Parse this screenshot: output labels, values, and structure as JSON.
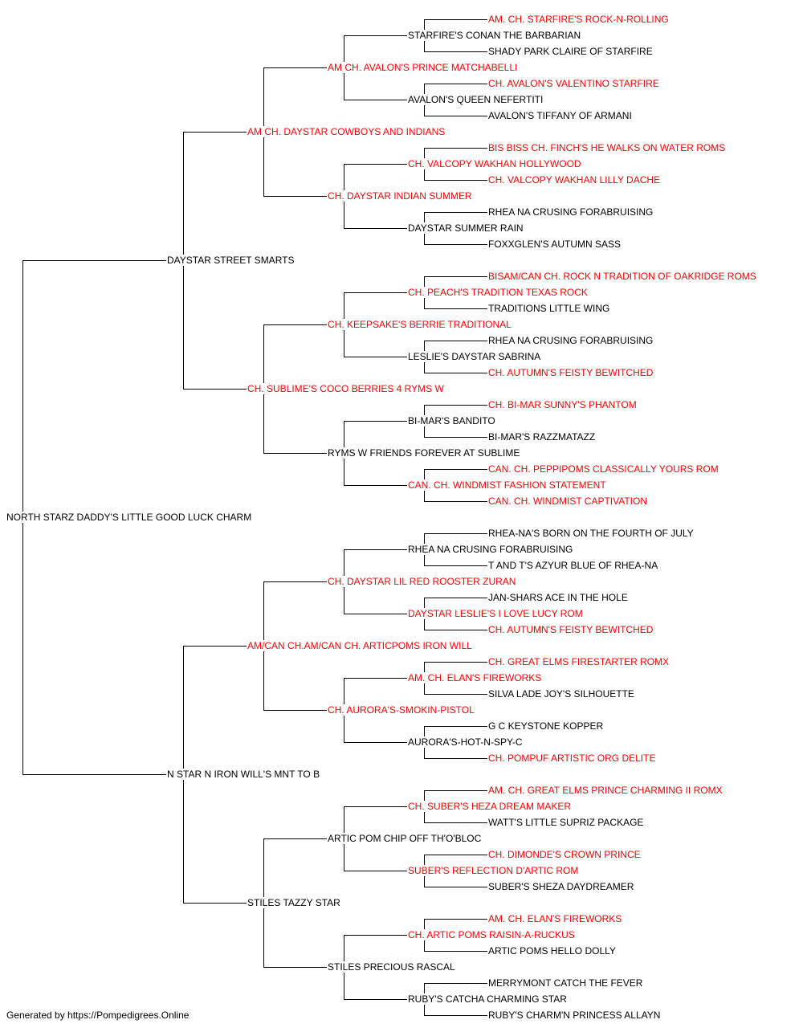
{
  "colors": {
    "champion": "#ff0000",
    "regular": "#000000",
    "line": "#000000"
  },
  "footer": "Generated by https://Pompedigrees.Online",
  "pedigree": {
    "name": "NORTH STARZ DADDY'S LITTLE GOOD LUCK CHARM",
    "champion": false,
    "sire": {
      "name": "DAYSTAR STREET SMARTS",
      "champion": false,
      "sire": {
        "name": "AM CH. DAYSTAR COWBOYS AND INDIANS",
        "champion": true,
        "sire": {
          "name": "AM CH. AVALON'S PRINCE MATCHABELLI",
          "champion": true,
          "sire": {
            "name": "STARFIRE'S CONAN THE BARBARIAN",
            "champion": false,
            "sire": {
              "name": "AM. CH. STARFIRE'S ROCK-N-ROLLING",
              "champion": true
            },
            "dam": {
              "name": "SHADY PARK CLAIRE OF STARFIRE",
              "champion": false
            }
          },
          "dam": {
            "name": "AVALON'S QUEEN NEFERTITI",
            "champion": false,
            "sire": {
              "name": "CH. AVALON'S VALENTINO STARFIRE",
              "champion": true
            },
            "dam": {
              "name": "AVALON'S TIFFANY OF ARMANI",
              "champion": false
            }
          }
        },
        "dam": {
          "name": "CH. DAYSTAR INDIAN SUMMER",
          "champion": true,
          "sire": {
            "name": "CH. VALCOPY WAKHAN HOLLYWOOD",
            "champion": true,
            "sire": {
              "name": "BIS BISS CH. FINCH'S HE WALKS ON WATER ROMS",
              "champion": true
            },
            "dam": {
              "name": "CH. VALCOPY WAKHAN LILLY DACHE",
              "champion": true
            }
          },
          "dam": {
            "name": "DAYSTAR SUMMER RAIN",
            "champion": false,
            "sire": {
              "name": "RHEA NA CRUSING FORABRUISING",
              "champion": false
            },
            "dam": {
              "name": "FOXXGLEN'S AUTUMN SASS",
              "champion": false
            }
          }
        }
      },
      "dam": {
        "name": "CH. SUBLIME'S COCO BERRIES 4 RYMS W",
        "champion": true,
        "sire": {
          "name": "CH. KEEPSAKE'S BERRIE TRADITIONAL",
          "champion": true,
          "sire": {
            "name": "CH. PEACH'S TRADITION TEXAS ROCK",
            "champion": true,
            "sire": {
              "name": "BISAM/CAN CH. ROCK N TRADITION OF OAKRIDGE ROMS",
              "champion": true
            },
            "dam": {
              "name": "TRADITIONS LITTLE WING",
              "champion": false
            }
          },
          "dam": {
            "name": "LESLIE'S DAYSTAR SABRINA",
            "champion": false,
            "sire": {
              "name": "RHEA NA CRUSING FORABRUISING",
              "champion": false
            },
            "dam": {
              "name": "CH. AUTUMN'S FEISTY BEWITCHED",
              "champion": true
            }
          }
        },
        "dam": {
          "name": "RYMS W FRIENDS FOREVER AT SUBLIME",
          "champion": false,
          "sire": {
            "name": "BI-MAR'S BANDITO",
            "champion": false,
            "sire": {
              "name": "CH. BI-MAR SUNNY'S PHANTOM",
              "champion": true
            },
            "dam": {
              "name": "BI-MAR'S RAZZMATAZZ",
              "champion": false
            }
          },
          "dam": {
            "name": "CAN. CH. WINDMIST FASHION STATEMENT",
            "champion": true,
            "sire": {
              "name": "CAN. CH. PEPPIPOMS CLASSICALLY YOURS ROM",
              "champion": true
            },
            "dam": {
              "name": "CAN. CH. WINDMIST CAPTIVATION",
              "champion": true
            }
          }
        }
      }
    },
    "dam": {
      "name": "N STAR N IRON WILL'S MNT TO B",
      "champion": false,
      "sire": {
        "name": "AM/CAN CH.AM/CAN CH. ARTICPOMS IRON WILL",
        "champion": true,
        "sire": {
          "name": "CH. DAYSTAR LIL RED ROOSTER ZURAN",
          "champion": true,
          "sire": {
            "name": "RHEA NA CRUSING FORABRUISING",
            "champion": false,
            "sire": {
              "name": "RHEA-NA'S BORN ON THE FOURTH OF JULY",
              "champion": false
            },
            "dam": {
              "name": "T AND T'S AZYUR BLUE OF RHEA-NA",
              "champion": false
            }
          },
          "dam": {
            "name": "DAYSTAR LESLIE'S I LOVE LUCY ROM",
            "champion": true,
            "sire": {
              "name": "JAN-SHARS ACE IN THE HOLE",
              "champion": false
            },
            "dam": {
              "name": "CH. AUTUMN'S FEISTY BEWITCHED",
              "champion": true
            }
          }
        },
        "dam": {
          "name": "CH. AURORA'S-SMOKIN-PISTOL",
          "champion": true,
          "sire": {
            "name": "AM. CH. ELAN'S FIREWORKS",
            "champion": true,
            "sire": {
              "name": "CH. GREAT ELMS FIRESTARTER ROMX",
              "champion": true
            },
            "dam": {
              "name": "SILVA LADE JOY'S SILHOUETTE",
              "champion": false
            }
          },
          "dam": {
            "name": "AURORA'S-HOT-N-SPY-C",
            "champion": false,
            "sire": {
              "name": "G C KEYSTONE KOPPER",
              "champion": false
            },
            "dam": {
              "name": "CH. POMPUF ARTISTIC ORG DELITE",
              "champion": true
            }
          }
        }
      },
      "dam": {
        "name": "STILES TAZZY STAR",
        "champion": false,
        "sire": {
          "name": "ARTIC POM CHIP OFF TH'O'BLOC",
          "champion": false,
          "sire": {
            "name": "CH. SUBER'S HEZA DREAM MAKER",
            "champion": true,
            "sire": {
              "name": "AM. CH. GREAT ELMS PRINCE CHARMING II ROMX",
              "champion": true
            },
            "dam": {
              "name": "WATT'S LITTLE SUPRIZ PACKAGE",
              "champion": false
            }
          },
          "dam": {
            "name": "SUBER'S REFLECTION D'ARTIC ROM",
            "champion": true,
            "sire": {
              "name": "CH. DIMONDE'S CROWN PRINCE",
              "champion": true
            },
            "dam": {
              "name": "SUBER'S SHEZA DAYDREAMER",
              "champion": false
            }
          }
        },
        "dam": {
          "name": "STILES PRECIOUS RASCAL",
          "champion": false,
          "sire": {
            "name": "CH. ARTIC POMS RAISIN-A-RUCKUS",
            "champion": true,
            "sire": {
              "name": "AM. CH. ELAN'S FIREWORKS",
              "champion": true
            },
            "dam": {
              "name": "ARTIC POMS HELLO DOLLY",
              "champion": false
            }
          },
          "dam": {
            "name": "RUBY'S CATCHA CHARMING STAR",
            "champion": false,
            "sire": {
              "name": "MERRYMONT CATCH THE FEVER",
              "champion": false
            },
            "dam": {
              "name": "RUBY'S CHARM'N PRINCESS ALLAYN",
              "champion": false
            }
          }
        }
      }
    }
  }
}
